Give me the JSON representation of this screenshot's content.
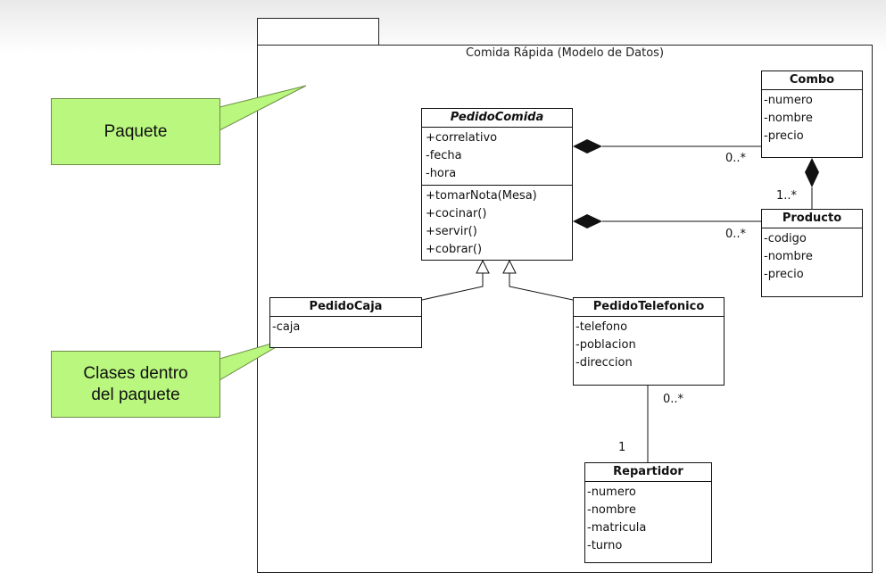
{
  "package": {
    "title": "Comida Rápida (Modelo de Datos)"
  },
  "classes": {
    "pedido_comida": {
      "name": "PedidoComida",
      "attributes": [
        "+correlativo",
        "-fecha",
        "-hora"
      ],
      "operations": [
        "+tomarNota(Mesa)",
        "+cocinar()",
        "+servir()",
        "+cobrar()"
      ]
    },
    "combo": {
      "name": "Combo",
      "attributes": [
        "-numero",
        "-nombre",
        "-precio"
      ]
    },
    "producto": {
      "name": "Producto",
      "attributes": [
        "-codigo",
        "-nombre",
        "-precio"
      ]
    },
    "pedido_caja": {
      "name": "PedidoCaja",
      "attributes": [
        "-caja"
      ]
    },
    "pedido_telefonico": {
      "name": "PedidoTelefonico",
      "attributes": [
        "-telefono",
        "-poblacion",
        "-direccion"
      ]
    },
    "repartidor": {
      "name": "Repartidor",
      "attributes": [
        "-numero",
        "-nombre",
        "-matricula",
        "-turno"
      ]
    }
  },
  "multiplicities": {
    "combo_end": "0..*",
    "producto_end": "0..*",
    "combo_producto_end": "1..*",
    "telefonico_end": "0..*",
    "repartidor_end": "1"
  },
  "callouts": {
    "paquete": "Paquete",
    "clases_line1": "Clases dentro",
    "clases_line2": "del paquete"
  },
  "colors": {
    "callout_fill": "#b9f77e",
    "callout_border": "#6b8c46",
    "line": "#111111"
  }
}
